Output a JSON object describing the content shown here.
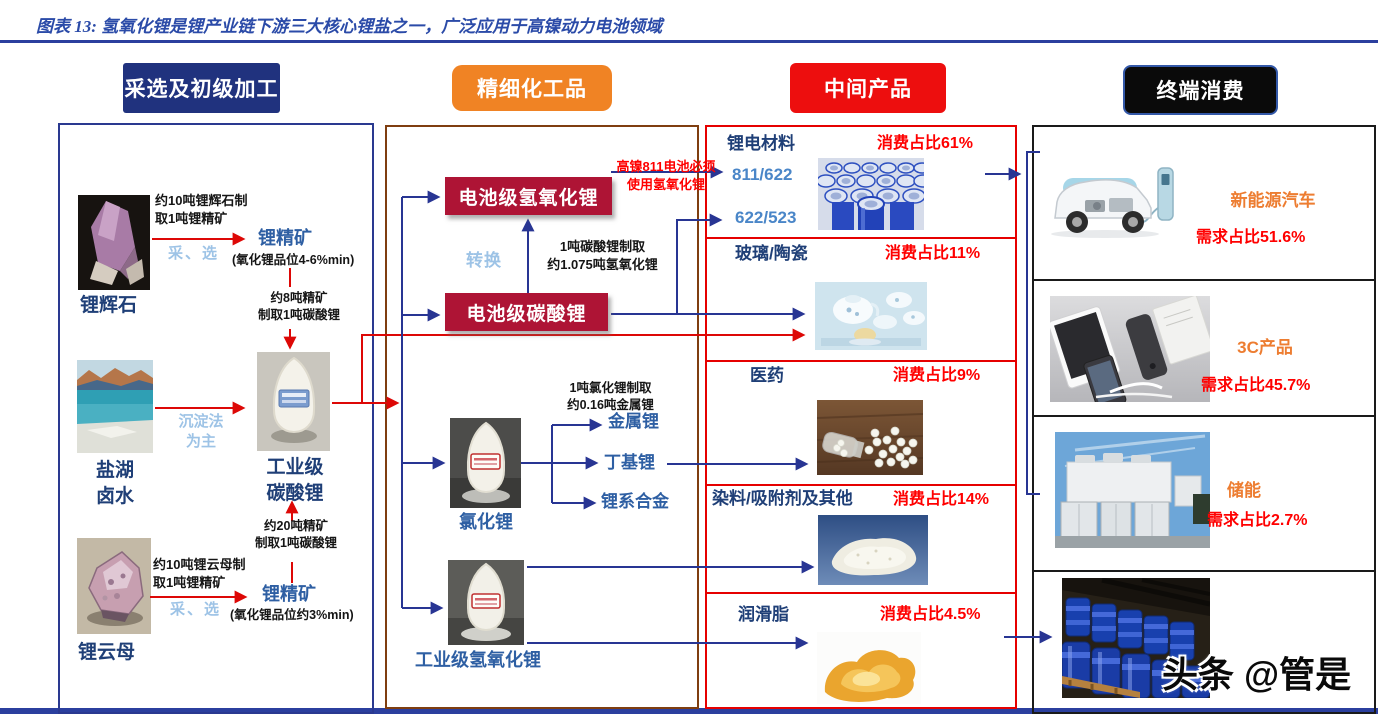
{
  "title": "图表 13:  氢氧化锂是锂产业链下游三大核心锂盐之一，广泛应用于高镍动力电池领域",
  "headers": {
    "mining": "采选及初级加工",
    "fine_chem": "精细化工品",
    "intermediate": "中间产品",
    "terminal": "终端消费"
  },
  "col1": {
    "spodumene_label": "锂辉石",
    "spodumene_note": "约10吨锂辉石制\n取1吨锂精矿",
    "mining_select_1": "采、选",
    "concentrate_1": "锂精矿",
    "grade_1": "(氧化锂品位4-6%min)",
    "note_8t": "约8吨精矿\n制取1吨碳酸锂",
    "brine_label": "盐湖\n卤水",
    "precipitation": "沉淀法\n为主",
    "industrial_carbonate_label": "工业级\n碳酸锂",
    "note_20t": "约20吨精矿\n制取1吨碳酸锂",
    "lepidolite_label": "锂云母",
    "lepidolite_note": "约10吨锂云母制\n取1吨锂精矿",
    "mining_select_2": "采、选",
    "concentrate_2": "锂精矿",
    "grade_2": "(氧化锂品位约3%min)"
  },
  "col2": {
    "battery_hydroxide": "电池级氢氧化锂",
    "battery_carbonate": "电池级碳酸锂",
    "convert": "转换",
    "conversion_note": "1吨碳酸锂制取\n约1.075吨氢氧化锂",
    "high_nickel_note": "高镍811电池必须\n使用氢氧化锂",
    "chloride_label": "氯化锂",
    "chloride_note": "1吨氯化锂制取\n约0.16吨金属锂",
    "lithium_metal": "金属锂",
    "butyl_lithium": "丁基锂",
    "lithium_alloy": "锂系合金",
    "industrial_hydroxide_label": "工业级氢氧化锂"
  },
  "col3": {
    "rows": [
      {
        "name": "锂电材料",
        "share": "消费占比61%",
        "sub1": "811/622",
        "sub2": "622/523"
      },
      {
        "name": "玻璃/陶瓷",
        "share": "消费占比11%"
      },
      {
        "name": "医药",
        "share": "消费占比9%"
      },
      {
        "name": "染料/吸附剂及其他",
        "share": "消费占比14%"
      },
      {
        "name": "润滑脂",
        "share": "消费占比4.5%"
      }
    ]
  },
  "col4": {
    "rows": [
      {
        "name": "新能源汽车",
        "share": "需求占比51.6%"
      },
      {
        "name": "3C产品",
        "share": "需求占比45.7%"
      },
      {
        "name": "储能",
        "share": "需求占比2.7%"
      }
    ]
  },
  "watermark": "头条 @管是",
  "colors": {
    "accent_blue": "#2B3F9E",
    "navy_header": "#20327E",
    "orange_header": "#F08324",
    "red_header": "#ED0E0E",
    "black_header": "#0A0A0A",
    "crimson_box": "#AE1435",
    "red_text": "#FF0000",
    "orange_text": "#ED7D31",
    "light_blue_text": "#9DC3E6",
    "medium_blue_text": "#4A86C8",
    "dark_blue_text": "#1F3F77",
    "brown_border": "#7F3E10"
  }
}
